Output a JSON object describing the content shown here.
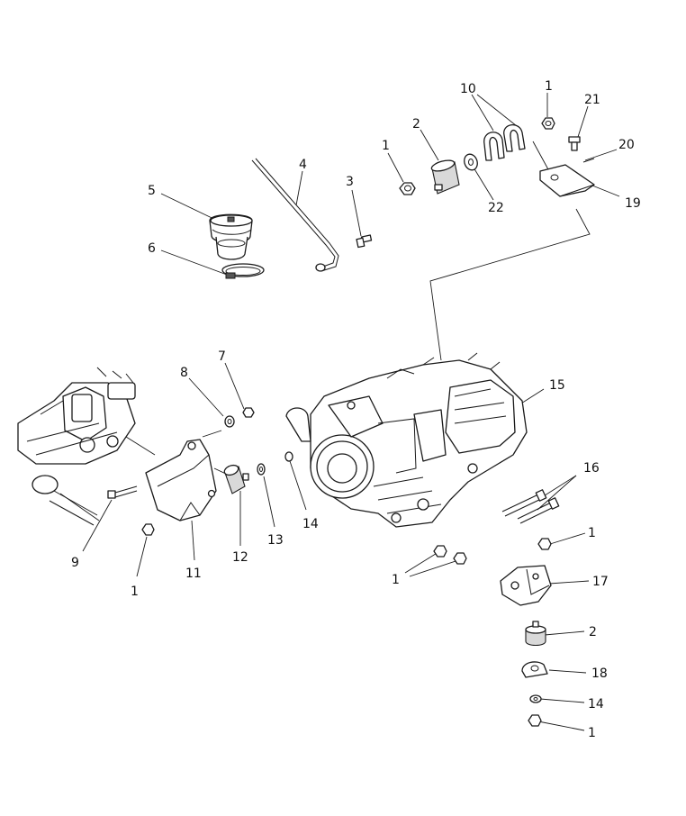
{
  "diagram": {
    "callouts": {
      "c1_top": "1",
      "c1_mid": "1",
      "c1_left": "1",
      "c1_center": "1",
      "c1_right": "1",
      "c1_bottom": "1",
      "c2_top": "2",
      "c2_bottom": "2",
      "c3": "3",
      "c4": "4",
      "c5": "5",
      "c6": "6",
      "c7": "7",
      "c8": "8",
      "c9": "9",
      "c10": "10",
      "c11": "11",
      "c12": "12",
      "c13": "13",
      "c14_mid": "14",
      "c14_bottom": "14",
      "c15": "15",
      "c16": "16",
      "c17": "17",
      "c18": "18",
      "c19": "19",
      "c20": "20",
      "c21": "21",
      "c22": "22"
    }
  }
}
